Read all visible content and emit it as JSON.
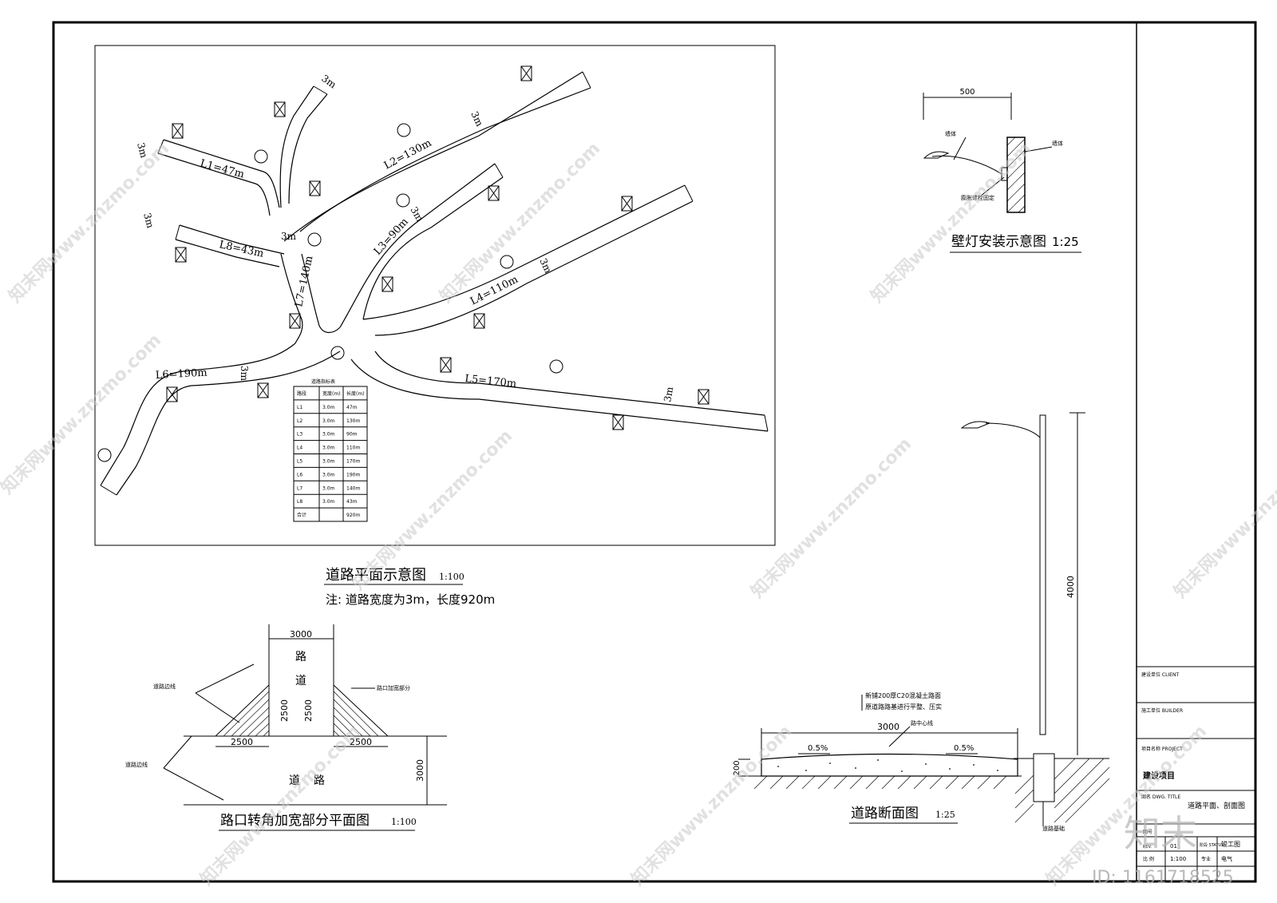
{
  "plan": {
    "title": "道路平面示意图",
    "scale": "1:100",
    "note": "注: 道路宽度为3m，长度920m",
    "road_labels": [
      "L1=47m",
      "L2=130m",
      "L3=90m",
      "L4=110m",
      "L5=170m",
      "L6=190m",
      "L7=140m",
      "L8=43m"
    ],
    "width_label": "3m",
    "table": {
      "title": "道路指标表",
      "headers": [
        "路段",
        "宽度(m)",
        "长度(m)"
      ],
      "rows": [
        [
          "L1",
          "3.0m",
          "47m"
        ],
        [
          "L2",
          "3.0m",
          "130m"
        ],
        [
          "L3",
          "3.0m",
          "90m"
        ],
        [
          "L4",
          "3.0m",
          "110m"
        ],
        [
          "L5",
          "3.0m",
          "170m"
        ],
        [
          "L6",
          "3.0m",
          "190m"
        ],
        [
          "L7",
          "3.0m",
          "140m"
        ],
        [
          "L8",
          "3.0m",
          "43m"
        ],
        [
          "合计",
          "",
          "920m"
        ]
      ]
    }
  },
  "wall_lamp": {
    "title": "壁灯安装示意图",
    "scale": "1:25",
    "dim": "500",
    "label_lamp": "墙体",
    "label_wall": "墙体",
    "label_bolt": "膨胀螺栓固定"
  },
  "corner": {
    "title": "路口转角加宽部分平面图",
    "scale": "1:100",
    "dim_top": "3000",
    "dim_left_v": "2500",
    "dim_right_v": "2500",
    "dim_left_h": "2500",
    "dim_right_h": "2500",
    "dim_road": "3000",
    "road_v_chars": [
      "路",
      "道"
    ],
    "road_h_chars": [
      "道",
      "路"
    ],
    "label_edge1": "道路边线",
    "label_edge2": "道路边线",
    "label_widen": "路口加宽部分"
  },
  "section": {
    "title": "道路断面图",
    "scale": "1:25",
    "dim_width": "3000",
    "dim_thick": "200",
    "dim_pole": "4000",
    "slope_left": "0.5%",
    "slope_right": "0.5%",
    "note1": "新铺200厚C20混凝土路面",
    "note2": "原道路路基进行平整、压实",
    "label_center": "路中心线",
    "label_base": "道路基础"
  },
  "title_block": {
    "client_label": "建设单位 CLIENT",
    "builder_label": "施工单位 BUILDER",
    "project_label": "项目名称 PROJECT",
    "project_value": "建设项目",
    "drawing_label": "图名 DWG. TITLE",
    "drawing_value": "道路平面、剖面图",
    "drawing_no_label": "图号",
    "rev_label": "REV.",
    "rev_value": "01",
    "status_label": "阶段 STATUS",
    "status_value": "竣工图",
    "scale_label": "比 例",
    "scale_value": "1:100",
    "discipline_label": "专业",
    "discipline_value": "电气"
  },
  "watermark": {
    "text": "知末网www.znzmo.com",
    "logo": "知末",
    "id": "ID: 1161718525"
  }
}
